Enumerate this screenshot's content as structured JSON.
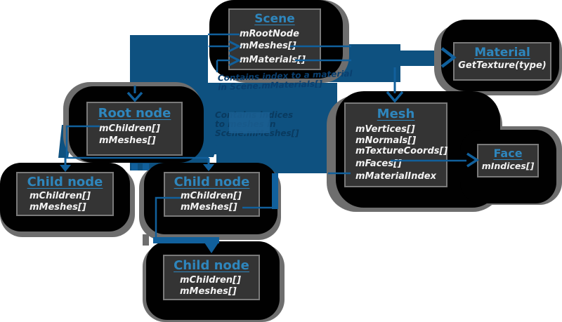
{
  "diagram": {
    "boxes": {
      "scene": {
        "title": "Scene",
        "fields": [
          "mRootNode",
          "mMeshes[]",
          "mMaterials[]"
        ]
      },
      "material": {
        "title": "Material",
        "fields": [
          "GetTexture(type)"
        ]
      },
      "mesh": {
        "title": "Mesh",
        "fields": [
          "mVertices[]",
          "mNormals[]",
          "mTextureCoords[]",
          "mFaces[]",
          "mMaterialIndex"
        ]
      },
      "face": {
        "title": "Face",
        "fields": [
          "mIndices[]"
        ]
      },
      "root_node": {
        "title": "Root node",
        "fields": [
          "mChildren[]",
          "mMeshes[]"
        ]
      },
      "child_node_left": {
        "title": "Child node",
        "fields": [
          "mChildren[]",
          "mMeshes[]"
        ]
      },
      "child_node_middle": {
        "title": "Child node",
        "fields": [
          "mChildren[]",
          "mMeshes[]"
        ]
      },
      "child_node_bottom": {
        "title": "Child node",
        "fields": [
          "mChildren[]",
          "mMeshes[]"
        ]
      }
    },
    "annotations": {
      "material_note": {
        "line1": "Contains index to a material",
        "line2": "in Scene.mMaterials[]"
      },
      "mesh_note": {
        "line1": "Contains indices",
        "line2": "to meshes in",
        "line3": "Scene.mMeshes[]"
      }
    },
    "colors": {
      "connector_blue": "#11609c",
      "mass_blue": "#0e5180",
      "title_blue": "#2e86bd",
      "annotation_navy": "#0a3f6e",
      "box_background": "#343434",
      "box_border": "#7a7a7a",
      "blob_black": "#010101",
      "shadow_gray": "#6e6e6e"
    }
  }
}
